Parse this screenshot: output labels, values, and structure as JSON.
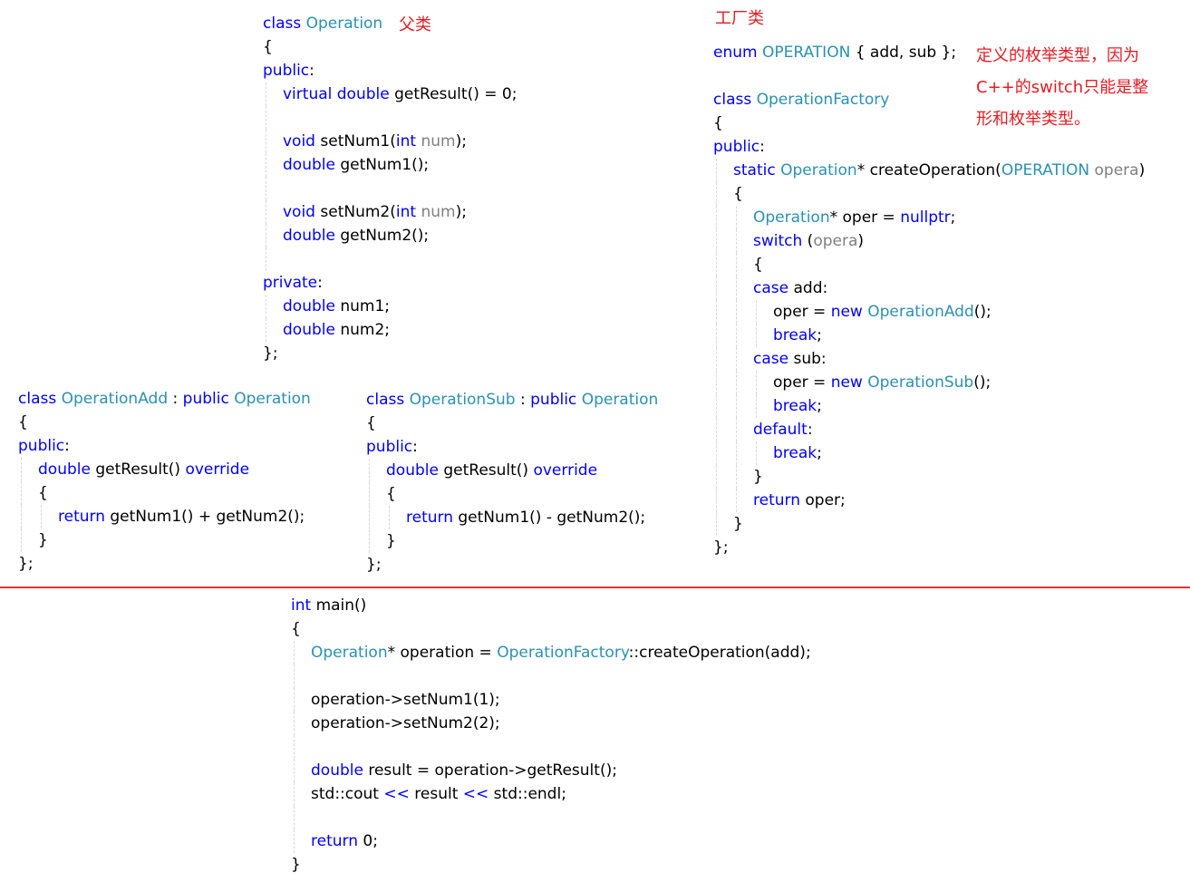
{
  "colors": {
    "keyword": "#0000ff",
    "type": "#2b91af",
    "param": "#808080",
    "plain": "#000000",
    "annotation": "#e51c23",
    "divider": "#e03131"
  },
  "annotations": {
    "parent_class": "父类",
    "factory_class": "工厂类",
    "enum_note": [
      "定义的枚举类型，因为",
      "C++的switch只能是整",
      "形和枚举类型。"
    ]
  },
  "blocks": [
    {
      "id": "class-operation",
      "lines": [
        {
          "indent": 0,
          "tokens": [
            [
              "kw",
              "class"
            ],
            [
              "pl",
              " "
            ],
            [
              "ty",
              "Operation"
            ]
          ]
        },
        {
          "indent": 0,
          "tokens": [
            [
              "pl",
              "{"
            ]
          ]
        },
        {
          "indent": 0,
          "tokens": [
            [
              "kw",
              "public"
            ],
            [
              "pl",
              ":"
            ]
          ]
        },
        {
          "indent": 1,
          "tokens": [
            [
              "kw",
              "virtual"
            ],
            [
              "pl",
              " "
            ],
            [
              "kw",
              "double"
            ],
            [
              "pl",
              " getResult() = 0;"
            ]
          ]
        },
        {
          "indent": 1,
          "tokens": []
        },
        {
          "indent": 1,
          "tokens": [
            [
              "kw",
              "void"
            ],
            [
              "pl",
              " setNum1("
            ],
            [
              "kw",
              "int"
            ],
            [
              "pl",
              " "
            ],
            [
              "pa",
              "num"
            ],
            [
              "pl",
              ");"
            ]
          ]
        },
        {
          "indent": 1,
          "tokens": [
            [
              "kw",
              "double"
            ],
            [
              "pl",
              " getNum1();"
            ]
          ]
        },
        {
          "indent": 1,
          "tokens": []
        },
        {
          "indent": 1,
          "tokens": [
            [
              "kw",
              "void"
            ],
            [
              "pl",
              " setNum2("
            ],
            [
              "kw",
              "int"
            ],
            [
              "pl",
              " "
            ],
            [
              "pa",
              "num"
            ],
            [
              "pl",
              ");"
            ]
          ]
        },
        {
          "indent": 1,
          "tokens": [
            [
              "kw",
              "double"
            ],
            [
              "pl",
              " getNum2();"
            ]
          ]
        },
        {
          "indent": 1,
          "tokens": []
        },
        {
          "indent": 0,
          "tokens": [
            [
              "kw",
              "private"
            ],
            [
              "pl",
              ":"
            ]
          ]
        },
        {
          "indent": 1,
          "tokens": [
            [
              "kw",
              "double"
            ],
            [
              "pl",
              " num1;"
            ]
          ]
        },
        {
          "indent": 1,
          "tokens": [
            [
              "kw",
              "double"
            ],
            [
              "pl",
              " num2;"
            ]
          ]
        },
        {
          "indent": 0,
          "tokens": [
            [
              "pl",
              "};"
            ]
          ]
        }
      ]
    },
    {
      "id": "enum-and-factory",
      "lines": [
        {
          "indent": 0,
          "tokens": [
            [
              "kw",
              "enum"
            ],
            [
              "pl",
              " "
            ],
            [
              "ty",
              "OPERATION"
            ],
            [
              "pl",
              " { add, sub };"
            ]
          ]
        },
        {
          "indent": 0,
          "tokens": []
        },
        {
          "indent": 0,
          "tokens": [
            [
              "kw",
              "class"
            ],
            [
              "pl",
              " "
            ],
            [
              "ty",
              "OperationFactory"
            ]
          ]
        },
        {
          "indent": 0,
          "tokens": [
            [
              "pl",
              "{"
            ]
          ]
        },
        {
          "indent": 0,
          "tokens": [
            [
              "kw",
              "public"
            ],
            [
              "pl",
              ":"
            ]
          ]
        },
        {
          "indent": 1,
          "tokens": [
            [
              "kw",
              "static"
            ],
            [
              "pl",
              " "
            ],
            [
              "ty",
              "Operation"
            ],
            [
              "pl",
              "* createOperation("
            ],
            [
              "ty",
              "OPERATION"
            ],
            [
              "pl",
              " "
            ],
            [
              "pa",
              "opera"
            ],
            [
              "pl",
              ")"
            ]
          ]
        },
        {
          "indent": 1,
          "tokens": [
            [
              "pl",
              "{"
            ]
          ]
        },
        {
          "indent": 2,
          "tokens": [
            [
              "ty",
              "Operation"
            ],
            [
              "pl",
              "* oper = "
            ],
            [
              "kw",
              "nullptr"
            ],
            [
              "pl",
              ";"
            ]
          ]
        },
        {
          "indent": 2,
          "tokens": [
            [
              "kw",
              "switch"
            ],
            [
              "pl",
              " ("
            ],
            [
              "pa",
              "opera"
            ],
            [
              "pl",
              ")"
            ]
          ]
        },
        {
          "indent": 2,
          "tokens": [
            [
              "pl",
              "{"
            ]
          ]
        },
        {
          "indent": 2,
          "tokens": [
            [
              "kw",
              "case"
            ],
            [
              "pl",
              " add:"
            ]
          ]
        },
        {
          "indent": 3,
          "tokens": [
            [
              "pl",
              "oper = "
            ],
            [
              "kw",
              "new"
            ],
            [
              "pl",
              " "
            ],
            [
              "ty",
              "OperationAdd"
            ],
            [
              "pl",
              "();"
            ]
          ]
        },
        {
          "indent": 3,
          "tokens": [
            [
              "kw",
              "break"
            ],
            [
              "pl",
              ";"
            ]
          ]
        },
        {
          "indent": 2,
          "tokens": [
            [
              "kw",
              "case"
            ],
            [
              "pl",
              " sub:"
            ]
          ]
        },
        {
          "indent": 3,
          "tokens": [
            [
              "pl",
              "oper = "
            ],
            [
              "kw",
              "new"
            ],
            [
              "pl",
              " "
            ],
            [
              "ty",
              "OperationSub"
            ],
            [
              "pl",
              "();"
            ]
          ]
        },
        {
          "indent": 3,
          "tokens": [
            [
              "kw",
              "break"
            ],
            [
              "pl",
              ";"
            ]
          ]
        },
        {
          "indent": 2,
          "tokens": [
            [
              "kw",
              "default"
            ],
            [
              "pl",
              ":"
            ]
          ]
        },
        {
          "indent": 3,
          "tokens": [
            [
              "kw",
              "break"
            ],
            [
              "pl",
              ";"
            ]
          ]
        },
        {
          "indent": 2,
          "tokens": [
            [
              "pl",
              "}"
            ]
          ]
        },
        {
          "indent": 2,
          "tokens": [
            [
              "kw",
              "return"
            ],
            [
              "pl",
              " oper;"
            ]
          ]
        },
        {
          "indent": 1,
          "tokens": [
            [
              "pl",
              "}"
            ]
          ]
        },
        {
          "indent": 0,
          "tokens": [
            [
              "pl",
              "};"
            ]
          ]
        }
      ]
    },
    {
      "id": "class-operation-add",
      "lines": [
        {
          "indent": 0,
          "tokens": [
            [
              "kw",
              "class"
            ],
            [
              "pl",
              " "
            ],
            [
              "ty",
              "OperationAdd"
            ],
            [
              "pl",
              " : "
            ],
            [
              "kw",
              "public"
            ],
            [
              "pl",
              " "
            ],
            [
              "ty",
              "Operation"
            ]
          ]
        },
        {
          "indent": 0,
          "tokens": [
            [
              "pl",
              "{"
            ]
          ]
        },
        {
          "indent": 0,
          "tokens": [
            [
              "kw",
              "public"
            ],
            [
              "pl",
              ":"
            ]
          ]
        },
        {
          "indent": 1,
          "tokens": [
            [
              "kw",
              "double"
            ],
            [
              "pl",
              " getResult() "
            ],
            [
              "kw",
              "override"
            ]
          ]
        },
        {
          "indent": 1,
          "tokens": [
            [
              "pl",
              "{"
            ]
          ]
        },
        {
          "indent": 2,
          "tokens": [
            [
              "kw",
              "return"
            ],
            [
              "pl",
              " getNum1() + getNum2();"
            ]
          ]
        },
        {
          "indent": 1,
          "tokens": [
            [
              "pl",
              "}"
            ]
          ]
        },
        {
          "indent": 0,
          "tokens": [
            [
              "pl",
              "};"
            ]
          ]
        }
      ]
    },
    {
      "id": "class-operation-sub",
      "lines": [
        {
          "indent": 0,
          "tokens": [
            [
              "kw",
              "class"
            ],
            [
              "pl",
              " "
            ],
            [
              "ty",
              "OperationSub"
            ],
            [
              "pl",
              " : "
            ],
            [
              "kw",
              "public"
            ],
            [
              "pl",
              " "
            ],
            [
              "ty",
              "Operation"
            ]
          ]
        },
        {
          "indent": 0,
          "tokens": [
            [
              "pl",
              "{"
            ]
          ]
        },
        {
          "indent": 0,
          "tokens": [
            [
              "kw",
              "public"
            ],
            [
              "pl",
              ":"
            ]
          ]
        },
        {
          "indent": 1,
          "tokens": [
            [
              "kw",
              "double"
            ],
            [
              "pl",
              " getResult() "
            ],
            [
              "kw",
              "override"
            ]
          ]
        },
        {
          "indent": 1,
          "tokens": [
            [
              "pl",
              "{"
            ]
          ]
        },
        {
          "indent": 2,
          "tokens": [
            [
              "kw",
              "return"
            ],
            [
              "pl",
              " getNum1() - getNum2();"
            ]
          ]
        },
        {
          "indent": 1,
          "tokens": [
            [
              "pl",
              "}"
            ]
          ]
        },
        {
          "indent": 0,
          "tokens": [
            [
              "pl",
              "};"
            ]
          ]
        }
      ]
    },
    {
      "id": "main-function",
      "lines": [
        {
          "indent": 0,
          "tokens": [
            [
              "kw",
              "int"
            ],
            [
              "pl",
              " main()"
            ]
          ]
        },
        {
          "indent": 0,
          "tokens": [
            [
              "pl",
              "{"
            ]
          ]
        },
        {
          "indent": 1,
          "tokens": [
            [
              "ty",
              "Operation"
            ],
            [
              "pl",
              "* operation = "
            ],
            [
              "ty",
              "OperationFactory"
            ],
            [
              "pl",
              "::createOperation(add);"
            ]
          ]
        },
        {
          "indent": 1,
          "tokens": []
        },
        {
          "indent": 1,
          "tokens": [
            [
              "pl",
              "operation->setNum1(1);"
            ]
          ]
        },
        {
          "indent": 1,
          "tokens": [
            [
              "pl",
              "operation->setNum2(2);"
            ]
          ]
        },
        {
          "indent": 1,
          "tokens": []
        },
        {
          "indent": 1,
          "tokens": [
            [
              "kw",
              "double"
            ],
            [
              "pl",
              " result = operation->getResult();"
            ]
          ]
        },
        {
          "indent": 1,
          "tokens": [
            [
              "pl",
              "std::cout "
            ],
            [
              "kw",
              "<<"
            ],
            [
              "pl",
              " result "
            ],
            [
              "kw",
              "<<"
            ],
            [
              "pl",
              " std::endl;"
            ]
          ]
        },
        {
          "indent": 1,
          "tokens": []
        },
        {
          "indent": 1,
          "tokens": [
            [
              "kw",
              "return"
            ],
            [
              "pl",
              " 0;"
            ]
          ]
        },
        {
          "indent": 0,
          "tokens": [
            [
              "pl",
              "}"
            ]
          ]
        }
      ]
    }
  ]
}
